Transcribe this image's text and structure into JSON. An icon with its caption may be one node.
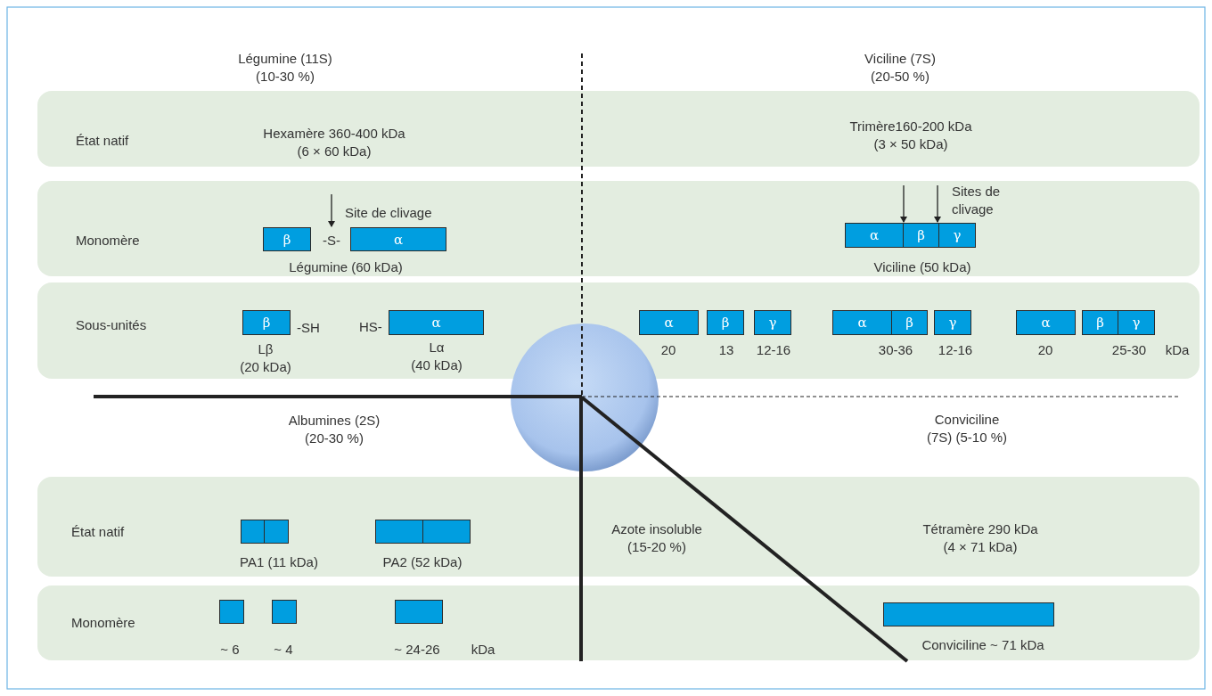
{
  "diagram": {
    "nodes": [
      {
        "text": [
          "État natif",
          "Hexamère 360-400 kDa (6 × 60 kDa)",
          "Trimère160-200 kDa (3 × 50 kDa)"
        ]
      },
      {
        "text": [
          "Monomère",
          "Site de clivage",
          "-S-",
          "Légumine (60 kDa)",
          "Sites de clivage",
          "Viciline (50 kDa)"
        ]
      },
      {
        "text": [
          "β"
        ],
        "in": 1
      },
      {
        "text": [
          "α"
        ],
        "in": 1
      },
      {
        "text": [
          "α"
        ],
        "in": 1
      },
      {
        "text": [
          "β"
        ],
        "in": 1
      },
      {
        "text": [
          "γ"
        ],
        "in": 1
      },
      {
        "text": [
          "Sous-unités",
          "-SH",
          "HS-",
          "Lβ (20 kDa)",
          "Lα (40 kDa)",
          "20",
          "13",
          "12-16",
          "30-36",
          "12-16",
          "20",
          "25-30",
          "kDa"
        ]
      },
      {
        "text": [
          "β"
        ],
        "in": 7
      },
      {
        "text": [
          "α"
        ],
        "in": 7
      },
      {
        "text": [
          "α"
        ],
        "in": 7
      },
      {
        "text": [
          "β"
        ],
        "in": 7
      },
      {
        "text": [
          "γ"
        ],
        "in": 7
      },
      {
        "text": [
          "α"
        ],
        "in": 7
      },
      {
        "text": [
          "β"
        ],
        "in": 7
      },
      {
        "text": [
          "γ"
        ],
        "in": 7
      },
      {
        "text": [
          "α"
        ],
        "in": 7
      },
      {
        "text": [
          "β"
        ],
        "in": 7
      },
      {
        "text": [
          "γ"
        ],
        "in": 7
      },
      {
        "text": [
          "État natif",
          "PA1 (11 kDa)",
          "PA2 (52 kDa)",
          "Azote insoluble (15-20 %)",
          "Tétramère 290 kDa (4 × 71 kDa)"
        ]
      },
      {
        "text": [],
        "shape": "box",
        "in": 19
      },
      {
        "text": [],
        "shape": "box",
        "in": 19
      },
      {
        "text": [],
        "shape": "box",
        "in": 19
      },
      {
        "text": [],
        "shape": "box",
        "in": 19
      },
      {
        "text": [
          "Monomère",
          "~ 6",
          "~ 4",
          "~ 24-26",
          "kDa",
          "Conviciline ~ 71 kDa"
        ]
      },
      {
        "text": [],
        "shape": "box",
        "in": 24
      },
      {
        "text": [],
        "shape": "box",
        "in": 24
      },
      {
        "text": [],
        "shape": "box",
        "in": 24
      },
      {
        "text": [],
        "shape": "box",
        "in": 24
      },
      {
        "text": [],
        "shape": "circle"
      }
    ],
    "edges": [
      {
        "from": null,
        "to": 2,
        "arrow": "to"
      },
      {
        "from": null,
        "to": 5,
        "arrow": "to"
      },
      {
        "from": null,
        "to": 5,
        "arrow": "to"
      }
    ],
    "labels": [
      "Légumine (11S) (10-30 %)",
      "Viciline (7S) (20-50 %)",
      "Albumines (2S) (20-30 %)",
      "Conviciline (7S) (5-10 %)"
    ]
  }
}
